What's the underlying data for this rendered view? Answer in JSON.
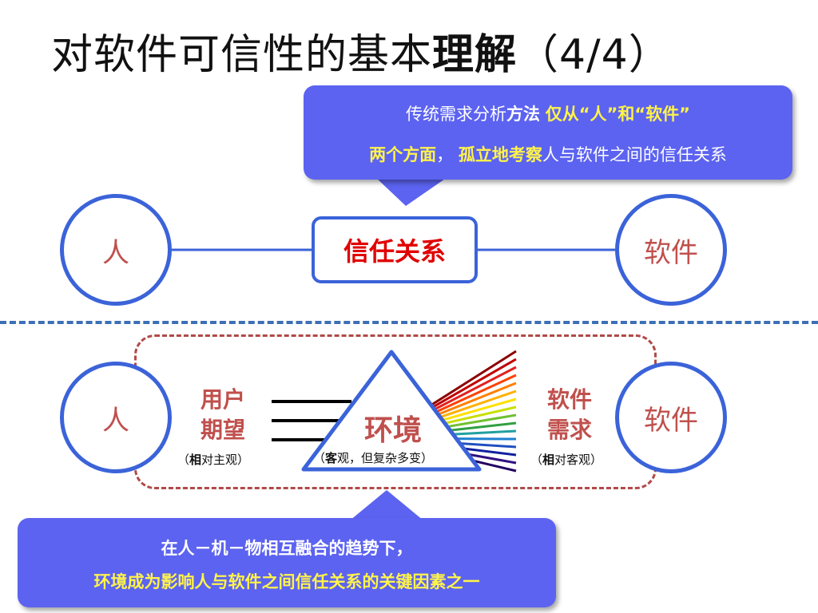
{
  "title": {
    "main": "对软件可信性的基本",
    "bold": "理解",
    "suffix": "（4/4）"
  },
  "callout_top": {
    "line1_a": "传统需求分析",
    "line1_b": "方法",
    "line1_c": "仅从“人”和“软件”",
    "line2_a": "两个方面",
    "line2_b": "，",
    "line2_c": "孤立地考察",
    "line2_d": "人与软件之间的信任关系"
  },
  "top_diagram": {
    "person": "人",
    "trust": "信任关系",
    "software": "软件"
  },
  "bottom_diagram": {
    "person": "人",
    "software": "软件",
    "user_expect_1": "用户",
    "user_expect_2": "期望",
    "user_expect_note_a": "（",
    "user_expect_note_b": "相",
    "user_expect_note_c": "对主观）",
    "environment": "环境",
    "env_note_a": "（",
    "env_note_b": "客",
    "env_note_c": "观，但复杂多变）",
    "soft_req_1": "软件",
    "soft_req_2": "需求",
    "soft_req_note_a": "（",
    "soft_req_note_b": "相",
    "soft_req_note_c": "对客观）"
  },
  "callout_bottom": {
    "line1": "在人－机－物相互融合的趋势下，",
    "line2_a": "环境成为影响",
    "line2_b": "人与软件之",
    "line2_c": "间信任关系的关键因素之一"
  },
  "colors": {
    "callout": "#5C63F0",
    "circle_border": "#3B63D9",
    "label_red": "#C0504D",
    "trust_red": "#E00000",
    "highlight_yellow": "#FFF34A"
  }
}
